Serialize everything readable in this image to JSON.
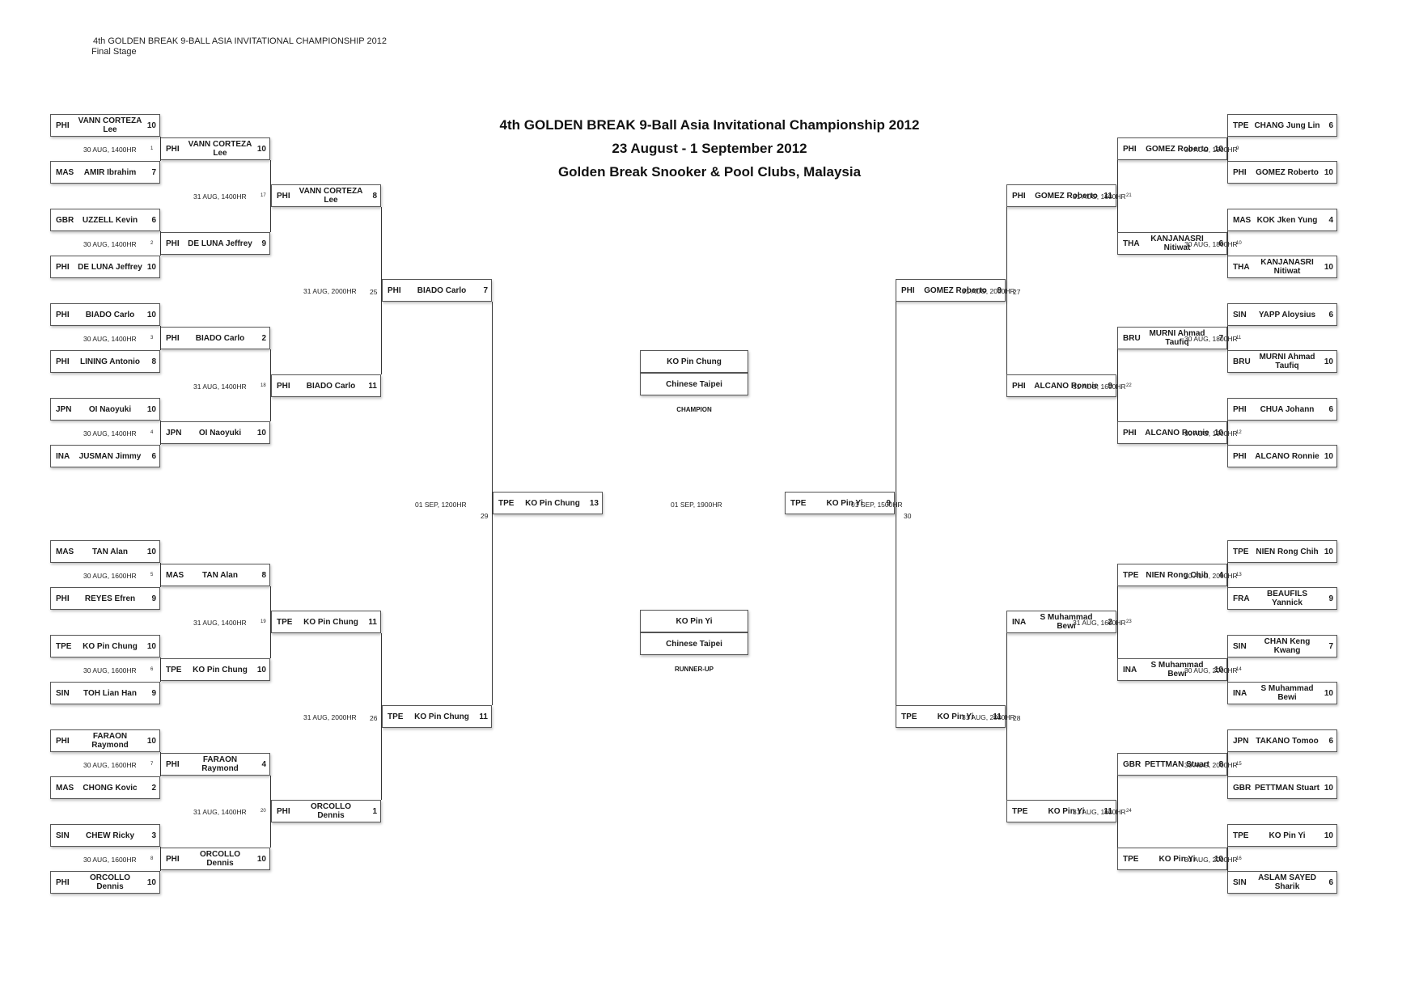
{
  "header": {
    "line1": "4th GOLDEN BREAK 9-BALL ASIA INVITATIONAL CHAMPIONSHIP 2012",
    "line2": "Final Stage"
  },
  "titles": {
    "main": "4th GOLDEN BREAK 9-Ball Asia Invitational Championship 2012",
    "dates": "23 August - 1 September 2012",
    "venue": "Golden Break Snooker & Pool Clubs, Malaysia"
  },
  "players": [
    {
      "c": "PHI",
      "n": "VANN CORTEZA Lee",
      "s": "10"
    },
    {
      "c": "MAS",
      "n": "AMIR Ibrahim",
      "s": "7"
    },
    {
      "c": "GBR",
      "n": "UZZELL Kevin",
      "s": "6"
    },
    {
      "c": "PHI",
      "n": "DE LUNA Jeffrey",
      "s": "10"
    },
    {
      "c": "PHI",
      "n": "BIADO Carlo",
      "s": "10"
    },
    {
      "c": "PHI",
      "n": "LINING Antonio",
      "s": "8"
    },
    {
      "c": "JPN",
      "n": "OI Naoyuki",
      "s": "10"
    },
    {
      "c": "INA",
      "n": "JUSMAN Jimmy",
      "s": "6"
    },
    {
      "c": "MAS",
      "n": "TAN Alan",
      "s": "10"
    },
    {
      "c": "PHI",
      "n": "REYES Efren",
      "s": "9"
    },
    {
      "c": "TPE",
      "n": "KO Pin Chung",
      "s": "10"
    },
    {
      "c": "SIN",
      "n": "TOH Lian Han",
      "s": "9"
    },
    {
      "c": "PHI",
      "n": "FARAON Raymond",
      "s": "10"
    },
    {
      "c": "MAS",
      "n": "CHONG Kovic",
      "s": "2"
    },
    {
      "c": "SIN",
      "n": "CHEW Ricky",
      "s": "3"
    },
    {
      "c": "PHI",
      "n": "ORCOLLO Dennis",
      "s": "10"
    },
    {
      "c": "PHI",
      "n": "VANN CORTEZA Lee",
      "s": "10"
    },
    {
      "c": "PHI",
      "n": "DE LUNA Jeffrey",
      "s": "9"
    },
    {
      "c": "PHI",
      "n": "BIADO Carlo",
      "s": "2"
    },
    {
      "c": "JPN",
      "n": "OI Naoyuki",
      "s": "10"
    },
    {
      "c": "MAS",
      "n": "TAN Alan",
      "s": "8"
    },
    {
      "c": "TPE",
      "n": "KO Pin Chung",
      "s": "10"
    },
    {
      "c": "PHI",
      "n": "FARAON Raymond",
      "s": "4"
    },
    {
      "c": "PHI",
      "n": "ORCOLLO Dennis",
      "s": "10"
    },
    {
      "c": "PHI",
      "n": "VANN CORTEZA Lee",
      "s": "8"
    },
    {
      "c": "PHI",
      "n": "BIADO Carlo",
      "s": "11"
    },
    {
      "c": "TPE",
      "n": "KO Pin Chung",
      "s": "11"
    },
    {
      "c": "PHI",
      "n": "ORCOLLO Dennis",
      "s": "1"
    },
    {
      "c": "PHI",
      "n": "BIADO Carlo",
      "s": "7"
    },
    {
      "c": "TPE",
      "n": "KO Pin Chung",
      "s": "11"
    },
    {
      "c": "TPE",
      "n": "KO Pin Chung",
      "s": "13"
    },
    {
      "c": "TPE",
      "n": "CHANG Jung Lin",
      "s": "6"
    },
    {
      "c": "PHI",
      "n": "GOMEZ Roberto",
      "s": "10"
    },
    {
      "c": "MAS",
      "n": "KOK Jken Yung",
      "s": "4"
    },
    {
      "c": "THA",
      "n": "KANJANASRI Nitiwat",
      "s": "10"
    },
    {
      "c": "SIN",
      "n": "YAPP Aloysius",
      "s": "6"
    },
    {
      "c": "BRU",
      "n": "MURNI Ahmad Taufiq",
      "s": "10"
    },
    {
      "c": "PHI",
      "n": "CHUA Johann",
      "s": "6"
    },
    {
      "c": "PHI",
      "n": "ALCANO Ronnie",
      "s": "10"
    },
    {
      "c": "TPE",
      "n": "NIEN Rong Chih",
      "s": "10"
    },
    {
      "c": "FRA",
      "n": "BEAUFILS Yannick",
      "s": "9"
    },
    {
      "c": "SIN",
      "n": "CHAN Keng Kwang",
      "s": "7"
    },
    {
      "c": "INA",
      "n": "S Muhammad Bewi",
      "s": "10"
    },
    {
      "c": "JPN",
      "n": "TAKANO Tomoo",
      "s": "6"
    },
    {
      "c": "GBR",
      "n": "PETTMAN Stuart",
      "s": "10"
    },
    {
      "c": "TPE",
      "n": "KO Pin Yi",
      "s": "10"
    },
    {
      "c": "SIN",
      "n": "ASLAM SAYED Sharik",
      "s": "6"
    },
    {
      "c": "PHI",
      "n": "GOMEZ Roberto",
      "s": "10"
    },
    {
      "c": "THA",
      "n": "KANJANASRI Nitiwat",
      "s": "6"
    },
    {
      "c": "BRU",
      "n": "MURNI Ahmad Taufiq",
      "s": "7"
    },
    {
      "c": "PHI",
      "n": "ALCANO Ronnie",
      "s": "10"
    },
    {
      "c": "TPE",
      "n": "NIEN Rong Chih",
      "s": "4"
    },
    {
      "c": "INA",
      "n": "S Muhammad Bewi",
      "s": "10"
    },
    {
      "c": "GBR",
      "n": "PETTMAN Stuart",
      "s": "8"
    },
    {
      "c": "TPE",
      "n": "KO Pin Yi",
      "s": "10"
    },
    {
      "c": "PHI",
      "n": "GOMEZ Roberto",
      "s": "11"
    },
    {
      "c": "PHI",
      "n": "ALCANO Ronnie",
      "s": "9"
    },
    {
      "c": "INA",
      "n": "S Muhammad Bewi",
      "s": "2"
    },
    {
      "c": "TPE",
      "n": "KO Pin Yi",
      "s": "11"
    },
    {
      "c": "PHI",
      "n": "GOMEZ Roberto",
      "s": "9"
    },
    {
      "c": "TPE",
      "n": "KO Pin Yi",
      "s": "11"
    },
    {
      "c": "TPE",
      "n": "KO Pin Yi",
      "s": "9"
    }
  ],
  "infos": [
    {
      "t": "30 AUG, 1400HR",
      "m": "1"
    },
    {
      "t": "30 AUG, 1400HR",
      "m": "2"
    },
    {
      "t": "30 AUG, 1400HR",
      "m": "3"
    },
    {
      "t": "30 AUG, 1400HR",
      "m": "4"
    },
    {
      "t": "30 AUG, 1600HR",
      "m": "5"
    },
    {
      "t": "30 AUG, 1600HR",
      "m": "6"
    },
    {
      "t": "30 AUG, 1600HR",
      "m": "7"
    },
    {
      "t": "30 AUG, 1600HR",
      "m": "8"
    },
    {
      "t": "31 AUG, 1400HR",
      "m": "17"
    },
    {
      "t": "31 AUG, 1400HR",
      "m": "18"
    },
    {
      "t": "31 AUG, 1400HR",
      "m": "19"
    },
    {
      "t": "31 AUG, 1400HR",
      "m": "20"
    },
    {
      "t": "31 AUG, 2000HR",
      "m": "25"
    },
    {
      "t": "31 AUG, 2000HR",
      "m": "26"
    },
    {
      "t": "01 SEP, 1200HR",
      "m": "29"
    },
    {
      "t": "30 AUG, 1800HR",
      "m": "9"
    },
    {
      "t": "30 AUG, 1800HR",
      "m": "10"
    },
    {
      "t": "30 AUG, 1800HR",
      "m": "11"
    },
    {
      "t": "30 AUG, 1800HR",
      "m": "12"
    },
    {
      "t": "30 AUG, 2000HR",
      "m": "13"
    },
    {
      "t": "30 AUG, 2000HR",
      "m": "14"
    },
    {
      "t": "30 AUG, 2000HR",
      "m": "15"
    },
    {
      "t": "30 AUG, 2000HR",
      "m": "16"
    },
    {
      "t": "31 AUG, 1600HR",
      "m": "21"
    },
    {
      "t": "31 AUG, 1600HR",
      "m": "22"
    },
    {
      "t": "31 AUG, 1600HR",
      "m": "23"
    },
    {
      "t": "31 AUG, 1600HR",
      "m": "24"
    },
    {
      "t": "31 AUG, 2000HR",
      "m": "27"
    },
    {
      "t": "31 AUG, 2000HR",
      "m": "28"
    },
    {
      "t": "01 SEP, 1500HR",
      "m": "30"
    }
  ],
  "final": {
    "time": "01 SEP, 1900HR"
  },
  "champion": {
    "name": "KO Pin Chung",
    "country": "Chinese Taipei",
    "label": "CHAMPION"
  },
  "runnerup": {
    "name": "KO Pin Yi",
    "country": "Chinese Taipei",
    "label": "RUNNER-UP"
  }
}
